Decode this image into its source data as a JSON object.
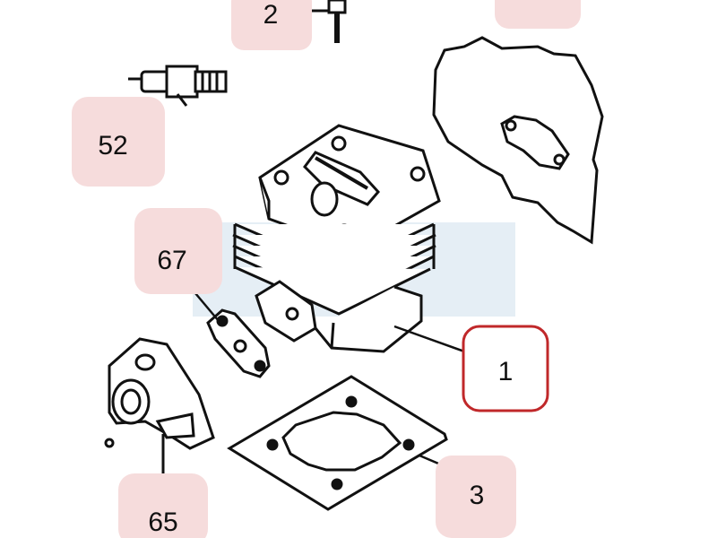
{
  "diagram": {
    "callouts": [
      {
        "id": "2",
        "text": "2",
        "selected": false
      },
      {
        "id": "52",
        "text": "52",
        "selected": false
      },
      {
        "id": "67",
        "text": "67",
        "selected": false
      },
      {
        "id": "1",
        "text": "1",
        "selected": true
      },
      {
        "id": "3",
        "text": "3",
        "selected": false
      },
      {
        "id": "65",
        "text": "65",
        "selected": false
      }
    ],
    "colors": {
      "badge_fill": "#f6dcdc",
      "selected_border": "#c0282a",
      "line": "#111111",
      "watermark": "#cfe0ec"
    }
  }
}
